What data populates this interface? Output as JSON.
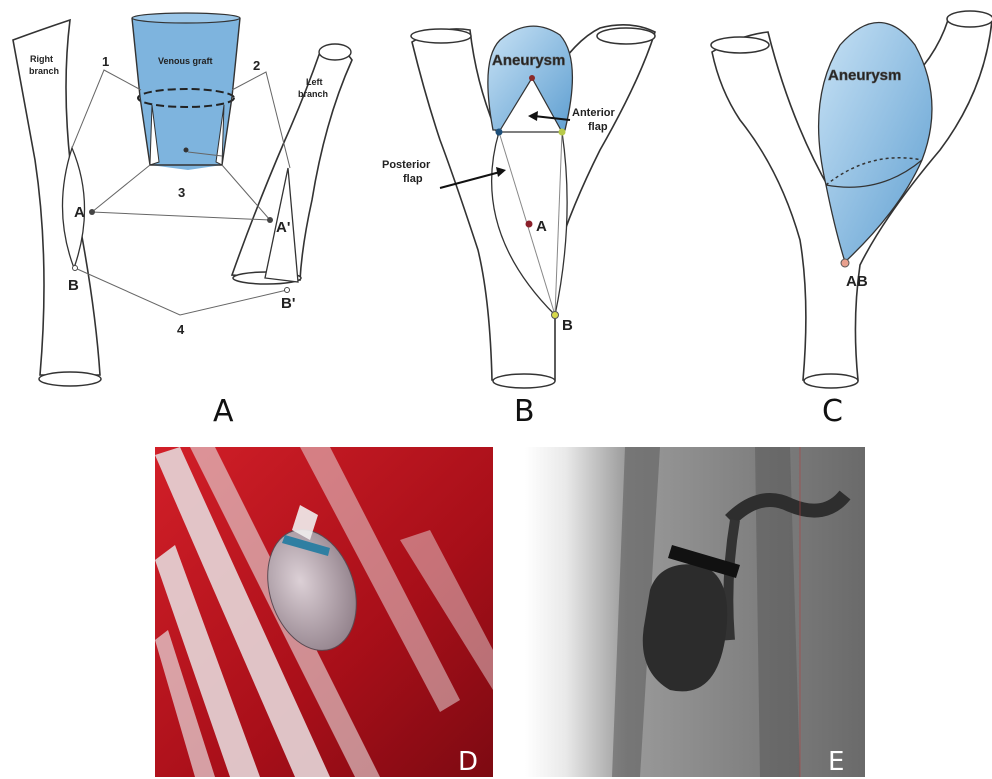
{
  "panel_a": {
    "right_branch": [
      "Right",
      "branch"
    ],
    "left_branch": [
      "Left",
      "branch"
    ],
    "graft": "Venous graft",
    "num1": "1",
    "num2": "2",
    "num3": "3",
    "num4": "4",
    "pA": "A",
    "pA2": "A'",
    "pB": "B",
    "pB2": "B'",
    "panel_label": "A"
  },
  "panel_b": {
    "aneurysm": "Aneurysm",
    "anterior": [
      "Anterior",
      "flap"
    ],
    "posterior": [
      "Posterior",
      "flap"
    ],
    "pA": "A",
    "pB": "B",
    "panel_label": "B"
  },
  "panel_c": {
    "aneurysm": "Aneurysm",
    "pAB": "AB",
    "panel_label": "C"
  },
  "panel_d": {
    "panel_label": "D"
  },
  "panel_e": {
    "panel_label": "E"
  },
  "colors": {
    "graft_blue": "#7eb4de",
    "tissue_red": "#b5121b",
    "angio_gray": "#6f6f6f"
  }
}
